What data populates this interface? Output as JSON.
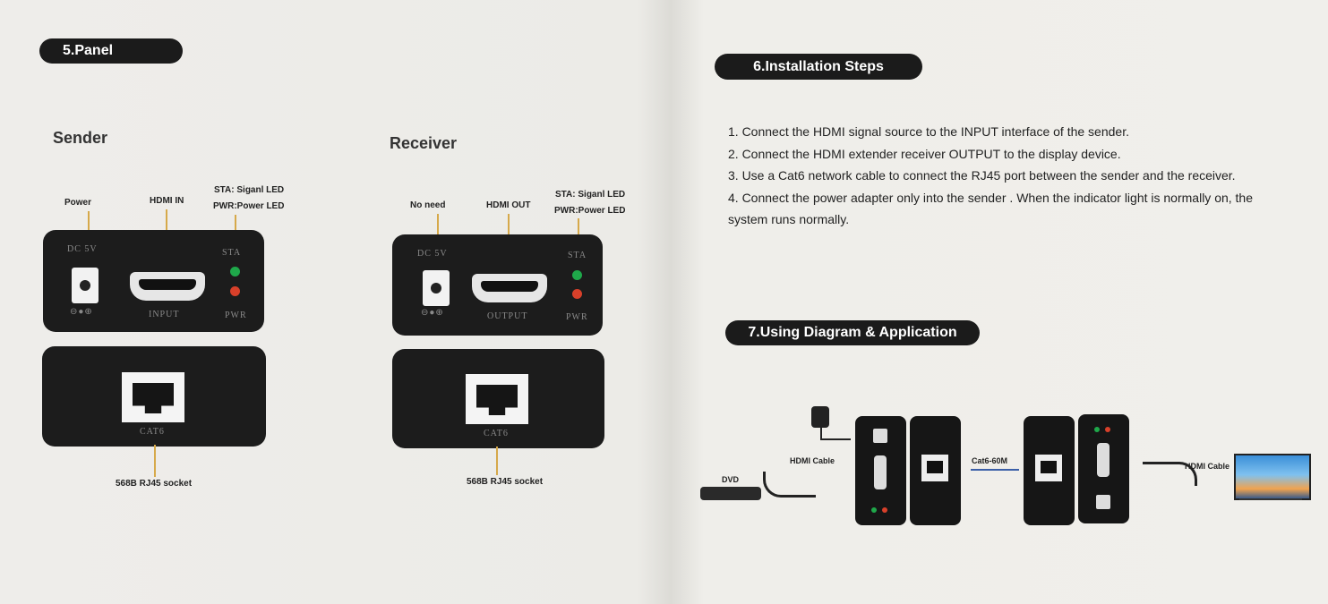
{
  "panel_section": {
    "title": "5.Panel",
    "sender": {
      "heading": "Sender",
      "label_power": "Power",
      "label_hdmi_in": "HDMI IN",
      "label_sta": "STA: Siganl LED",
      "label_pwr": "PWR:Power LED",
      "port_dc": "DC 5V",
      "port_input": "INPUT",
      "port_sta": "STA",
      "port_pwr": "PWR",
      "port_cat6": "CAT6",
      "socket_label": "568B RJ45 socket"
    },
    "receiver": {
      "heading": "Receiver",
      "label_no_need": "No need",
      "label_hdmi_out": "HDMI OUT",
      "label_sta": "STA: Siganl LED",
      "label_pwr": "PWR:Power LED",
      "port_dc": "DC 5V",
      "port_output": "OUTPUT",
      "port_sta": "STA",
      "port_pwr": "PWR",
      "port_cat6": "CAT6",
      "socket_label": "568B RJ45 socket"
    },
    "colors": {
      "sta_led": "#1fa84a",
      "pwr_led": "#d8402a",
      "pointer": "#d6a94a"
    }
  },
  "installation": {
    "title": "6.Installation Steps",
    "steps": [
      "1. Connect the HDMI signal source to the INPUT interface of the sender.",
      "2. Connect the HDMI extender receiver OUTPUT to the display device.",
      "3. Use a Cat6 network cable to connect the RJ45 port between the sender and the receiver.",
      "4. Connect the power adapter only into the sender . When the indicator light is normally on, the system runs normally."
    ]
  },
  "diagram": {
    "title": "7.Using Diagram & Application",
    "dvd_label": "DVD",
    "hdmi_cable_left": "HDMI Cable",
    "cat6_label": "Cat6-60M",
    "hdmi_cable_right": "HDMI Cable"
  }
}
